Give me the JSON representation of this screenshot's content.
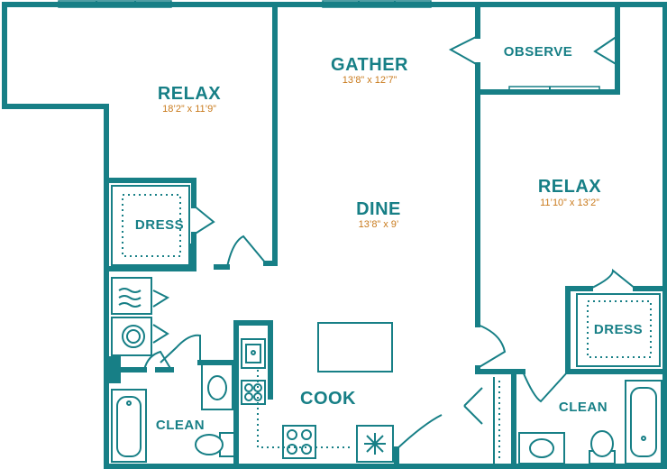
{
  "colors": {
    "wall": "#177f86",
    "dimension": "#c97a1c",
    "background": "#ffffff"
  },
  "rooms": {
    "relax_left": {
      "name": "RELAX",
      "size": "18’2” x 11’9”"
    },
    "gather": {
      "name": "GATHER",
      "size": "13’8” x 12’7”"
    },
    "observe": {
      "name": "OBSERVE"
    },
    "relax_right": {
      "name": "RELAX",
      "size": "11’10” x 13’2”"
    },
    "dine": {
      "name": "DINE",
      "size": "13’8” x 9’"
    },
    "dress_left": {
      "name": "DRESS"
    },
    "dress_right": {
      "name": "DRESS"
    },
    "cook": {
      "name": "COOK"
    },
    "clean_left": {
      "name": "CLEAN"
    },
    "clean_right": {
      "name": "CLEAN"
    }
  }
}
